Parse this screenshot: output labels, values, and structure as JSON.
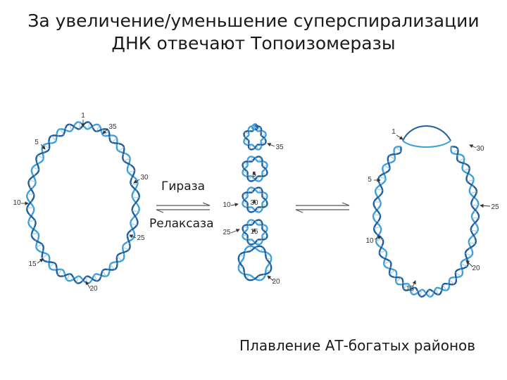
{
  "title": {
    "line1": "За увеличение/уменьшение суперспирализации",
    "line2": "ДНК отвечают Топоизомеразы"
  },
  "enzymes": {
    "forward": "Гираза",
    "reverse": "Релаксаза"
  },
  "footer": "Плавление АТ-богатых районов",
  "colors": {
    "strand_a": "#3d9fd8",
    "strand_b": "#1f5f9e",
    "label": "#333333"
  },
  "figures": {
    "relaxed_labels": [
      "1",
      "35",
      "5",
      "30",
      "10",
      "25",
      "15",
      "20"
    ],
    "supercoiled_labels": [
      "35",
      "5",
      "10",
      "30",
      "25",
      "15",
      "20"
    ],
    "melted_labels": [
      "1",
      "30",
      "5",
      "25",
      "10",
      "20",
      "15"
    ]
  }
}
